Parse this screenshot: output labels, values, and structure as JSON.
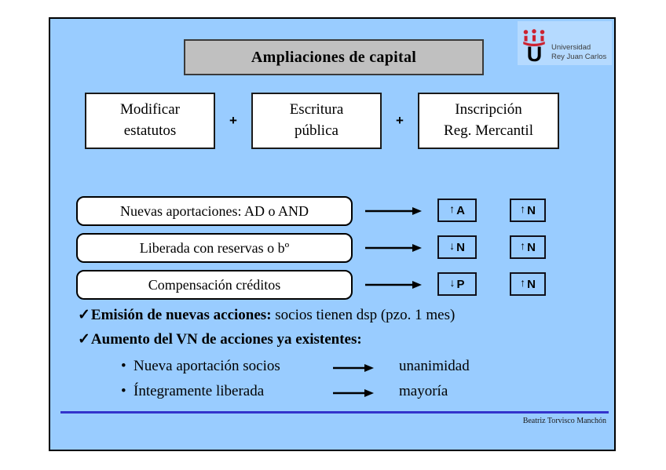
{
  "slide": {
    "title": "Ampliaciones de capital",
    "logo": {
      "letter": "U",
      "line1": "Universidad",
      "line2": "Rey Juan Carlos"
    },
    "plus_sign": "+",
    "check_glyph": "✓",
    "bullet_glyph": "•",
    "steps": [
      {
        "line1": "Modificar",
        "line2": "estatutos"
      },
      {
        "line1": "Escritura",
        "line2": "pública"
      },
      {
        "line1": "Inscripción",
        "line2": "Reg. Mercantil"
      }
    ],
    "rows": [
      {
        "label": "Nuevas aportaciones: AD o AND",
        "effects": [
          {
            "symbol": "↑",
            "letter": "A"
          },
          {
            "symbol": "↑",
            "letter": "N"
          }
        ]
      },
      {
        "label": "Liberada con reservas o bº",
        "effects": [
          {
            "symbol": "↓",
            "letter": "N"
          },
          {
            "symbol": "↑",
            "letter": "N"
          }
        ]
      },
      {
        "label": "Compensación créditos",
        "effects": [
          {
            "symbol": "↓",
            "letter": "P"
          },
          {
            "symbol": "↑",
            "letter": "N"
          }
        ]
      }
    ],
    "checks": [
      {
        "bold": "Emisión de nuevas acciones:",
        "rest": " socios tienen dsp (pzo. 1 mes)"
      },
      {
        "bold": "Aumento del VN de acciones ya existentes:",
        "rest": ""
      }
    ],
    "bullets": [
      {
        "label": "Nueva aportación socios",
        "result": "unanimidad"
      },
      {
        "label": "Íntegramente liberada",
        "result": "mayoría"
      }
    ],
    "footer": "Beatriz Torvisco Manchón",
    "colors": {
      "slide_bg": "#99ccff",
      "title_bg": "#c0c0c0",
      "line_blue": "#3333cc",
      "crown_red": "#cc2230"
    }
  }
}
